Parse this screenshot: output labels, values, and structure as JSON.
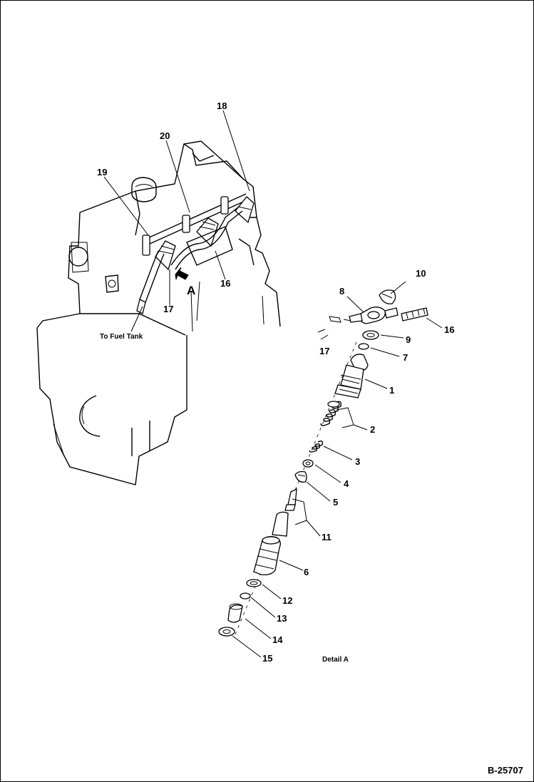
{
  "labels": {
    "l1": "1",
    "l2": "2",
    "l3": "3",
    "l4": "4",
    "l5": "5",
    "l6": "6",
    "l7": "7",
    "l8": "8",
    "l9": "9",
    "l10": "10",
    "l11": "11",
    "l12": "12",
    "l13": "13",
    "l14": "14",
    "l15": "15",
    "l16_engine": "16",
    "l16_detail": "16",
    "l17_engine": "17",
    "l17_detail": "17",
    "l18": "18",
    "l19": "19",
    "l20": "20",
    "view_a": "A"
  },
  "captions": {
    "to_fuel_tank": "To Fuel Tank",
    "detail_a": "Detail A",
    "figure_code": "B-25707"
  }
}
